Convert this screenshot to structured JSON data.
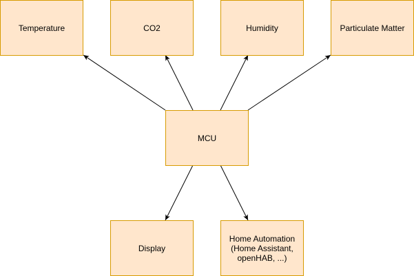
{
  "diagram": {
    "nodes": {
      "temperature": "Temperature",
      "co2": "CO2",
      "humidity": "Humidity",
      "particulate_matter": "Particulate Matter",
      "mcu": "MCU",
      "display": "Display",
      "home_automation": "Home Automation\n(Home Assistant,\nopenHAB, ...)"
    },
    "edges": [
      {
        "from": "mcu",
        "to": "temperature"
      },
      {
        "from": "mcu",
        "to": "co2"
      },
      {
        "from": "mcu",
        "to": "humidity"
      },
      {
        "from": "mcu",
        "to": "particulate_matter"
      },
      {
        "from": "mcu",
        "to": "display"
      },
      {
        "from": "mcu",
        "to": "home_automation"
      }
    ],
    "colors": {
      "node_fill": "#ffe6cc",
      "node_stroke": "#d79b00",
      "edge": "#000000"
    }
  }
}
